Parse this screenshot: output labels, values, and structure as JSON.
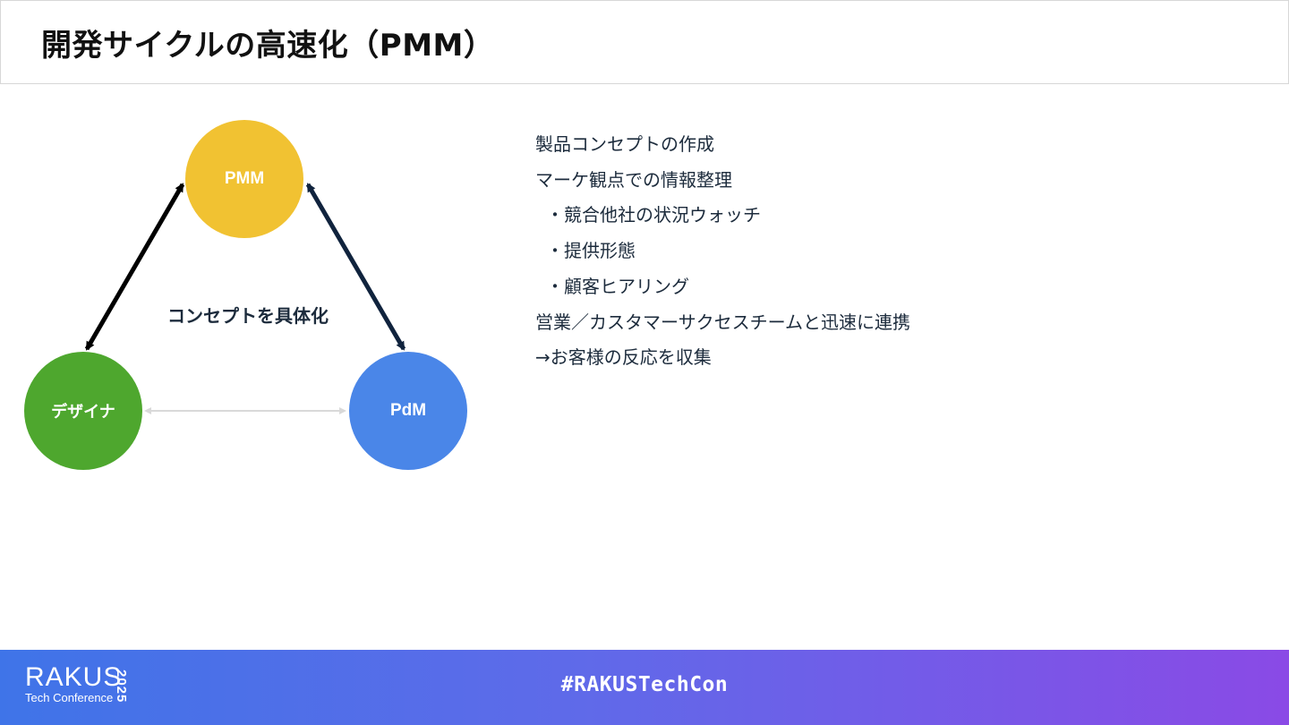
{
  "slide": {
    "title": "開発サイクルの高速化（PMM）"
  },
  "diagram": {
    "nodes": {
      "pmm": "PMM",
      "designer": "デザイナ",
      "pdm": "PdM"
    },
    "center_label": "コンセプトを具体化",
    "colors": {
      "pmm": "#f1c232",
      "designer": "#4ea72e",
      "pdm": "#4a86e8",
      "arrow_dark": "#0d1a2b",
      "arrow_light": "#d9d9d9"
    }
  },
  "bullets": [
    "製品コンセプトの作成",
    "マーケ観点での情報整理",
    "・競合他社の状況ウォッチ",
    "・提供形態",
    "・顧客ヒアリング",
    "営業／カスタマーサクセスチームと迅速に連携",
    "→お客様の反応を収集"
  ],
  "footer": {
    "brand": "RAKUS",
    "brand_sub": "Tech Conference",
    "year": "2025",
    "hashtag": "#RAKUSTechCon"
  }
}
